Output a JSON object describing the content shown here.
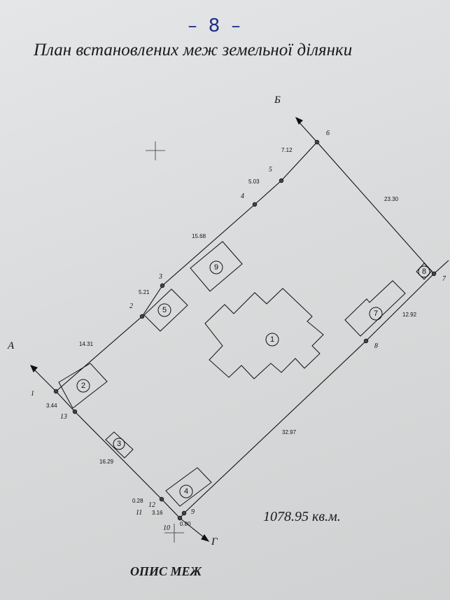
{
  "page": {
    "number": "– 8 –"
  },
  "title": "План встановлених меж земельної ділянки",
  "area": "1078.95 кв.м.",
  "footer_title": "ОПИС МЕЖ",
  "direction_labels": {
    "a": "А",
    "b": "Б",
    "g": "Г"
  },
  "points": [
    "1",
    "2",
    "3",
    "4",
    "5",
    "6",
    "7",
    "8",
    "9",
    "10",
    "11",
    "12",
    "13"
  ],
  "dimensions": {
    "d_6_5": "7.12",
    "d_5_4": "5.03",
    "d_4_3": "15.68",
    "d_3_2": "5.21",
    "d_2_1": "14.31",
    "d_1_13": "3.44",
    "d_13_12": "16.29",
    "d_12_11": "0.28",
    "d_11_10": "3.16",
    "d_10_9": "0.80",
    "d_9_8": "32.97",
    "d_8_7": "12.92",
    "d_7_6": "23.30"
  },
  "objects": [
    "1",
    "2",
    "3",
    "4",
    "5",
    "7",
    "8",
    "9"
  ],
  "colors": {
    "ink": "#111111",
    "page_number_ink": "#1d2f88",
    "paper": "#dcdedf"
  }
}
